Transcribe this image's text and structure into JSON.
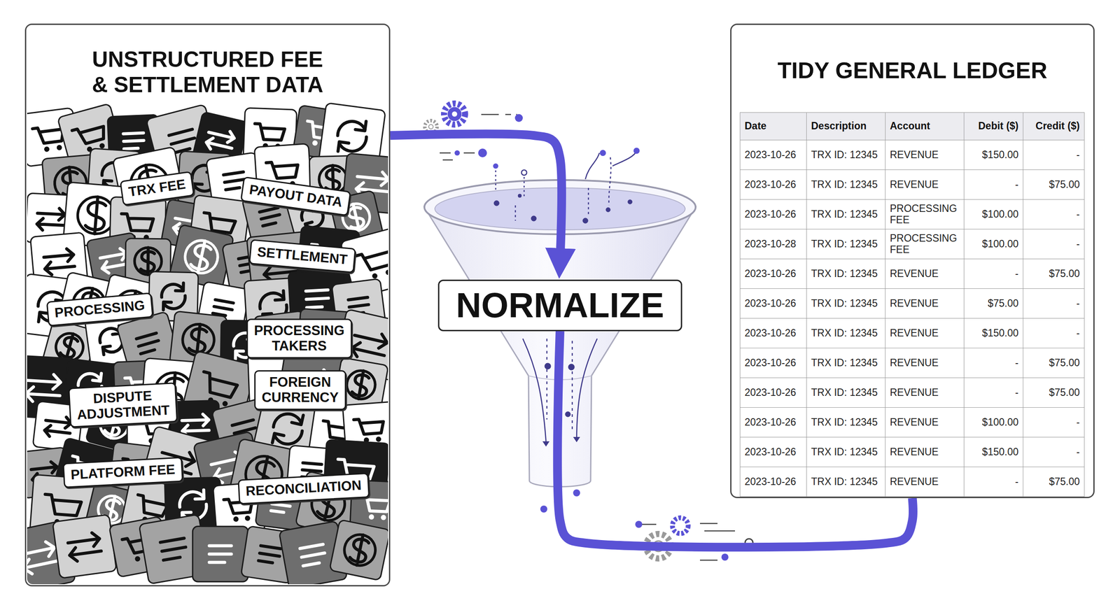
{
  "diagram": {
    "nodes": [
      {
        "text": [
          "UNSTRUCTURED FEE & SETTLEMENT DATA"
        ]
      },
      {
        "text": [
          "TRX FEE"
        ],
        "in": 0
      },
      {
        "text": [
          "PAYOUT DATA"
        ],
        "in": 0
      },
      {
        "text": [
          "SETTLEMENT"
        ],
        "in": 0
      },
      {
        "text": [
          "PROCESSING"
        ],
        "in": 0
      },
      {
        "text": [
          "PROCESSING TAKERS"
        ],
        "in": 0
      },
      {
        "text": [
          "FOREIGN CURRENCY"
        ],
        "in": 0
      },
      {
        "text": [
          "DISPUTE ADJUSTMENT"
        ],
        "in": 0
      },
      {
        "text": [
          "PLATFORM FEE"
        ],
        "in": 0
      },
      {
        "text": [
          "RECONCILIATION"
        ],
        "in": 0
      },
      {
        "text": [
          "NORMALIZE"
        ]
      },
      {
        "text": [
          "TIDY GENERAL LEDGER"
        ]
      }
    ],
    "edges": [
      {
        "from": 0,
        "to": 10,
        "arrow": "to"
      },
      {
        "from": 10,
        "to": 11,
        "arrow": "none"
      }
    ],
    "labels": [
      "Date",
      "Description",
      "Account",
      "Debit ($)",
      "Credit ($)",
      "2023-10-26",
      "TRX ID: 12345",
      "REVENUE",
      "$150.00",
      "-",
      "2023-10-26",
      "TRX ID: 12345",
      "REVENUE",
      "-",
      "$75.00",
      "2023-10-26",
      "TRX ID: 12345",
      "PROCESSING FEE",
      "$100.00",
      "-",
      "2023-10-28",
      "TRX ID: 12345",
      "PROCESSING FEE",
      "$100.00",
      "-",
      "2023-10-26",
      "TRX ID: 12345",
      "REVENUE",
      "-",
      "$75.00",
      "2023-10-26",
      "TRX ID: 12345",
      "REVENUE",
      "$75.00",
      "-",
      "2023-10-26",
      "TRX ID: 12345",
      "REVENUE",
      "$150.00",
      "-",
      "2023-10-26",
      "TRX ID: 12345",
      "REVENUE",
      "-",
      "$75.00",
      "2023-10-26",
      "TRX ID: 12345",
      "REVENUE",
      "-",
      "$75.00",
      "2023-10-26",
      "TRX ID: 12345",
      "REVENUE",
      "$100.00",
      "-",
      "2023-10-26",
      "TRX ID: 12345",
      "REVENUE",
      "$150.00",
      "-",
      "2023-10-26",
      "TRX ID: 12345",
      "REVENUE",
      "-",
      "$75.00"
    ]
  }
}
